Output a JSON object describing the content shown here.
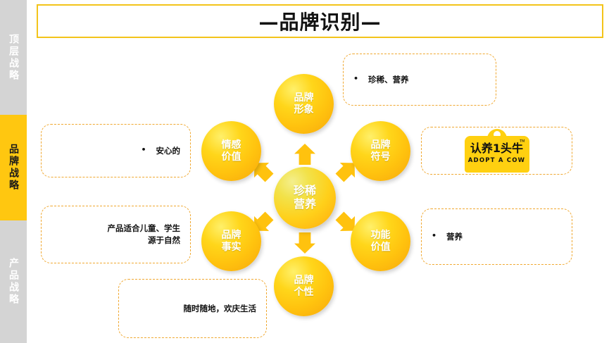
{
  "sidebar": {
    "segments": [
      {
        "label": "顶层战略",
        "active": false
      },
      {
        "label": "品牌战略",
        "active": true
      },
      {
        "label": "产品战略",
        "active": false
      }
    ]
  },
  "header": {
    "title": "—品牌识别—"
  },
  "diagram": {
    "center": {
      "label": "珍稀\n营养"
    },
    "petals": [
      {
        "id": "brand-image",
        "label": "品牌\n形象"
      },
      {
        "id": "brand-symbol",
        "label": "品牌\n符号"
      },
      {
        "id": "functional-value",
        "label": "功能\n价值"
      },
      {
        "id": "brand-personality",
        "label": "品牌\n个性"
      },
      {
        "id": "brand-facts",
        "label": "品牌\n事实"
      },
      {
        "id": "emotional-value",
        "label": "情感\n价值"
      }
    ]
  },
  "callouts": {
    "top_right": {
      "bullet": "•",
      "text": "珍稀、营养"
    },
    "middle_left": {
      "bullet": "•",
      "text": "安心的"
    },
    "bottom_left": {
      "text": "产品适合儿童、学生\n源于自然"
    },
    "bottom_mid": {
      "text": "随时随地，欢庆生活"
    },
    "bottom_right": {
      "bullet": "•",
      "text": "营养"
    }
  },
  "logo": {
    "name_cn": "认养1头牛",
    "name_en": "ADOPT A COW",
    "trademark": "TM"
  },
  "colors": {
    "accent_yellow": "#ffc710",
    "title_border": "#f3c41a",
    "callout_border": "#f0a830",
    "sidebar_gray": "#d4d4d4",
    "logo_yellow": "#ffd010"
  }
}
